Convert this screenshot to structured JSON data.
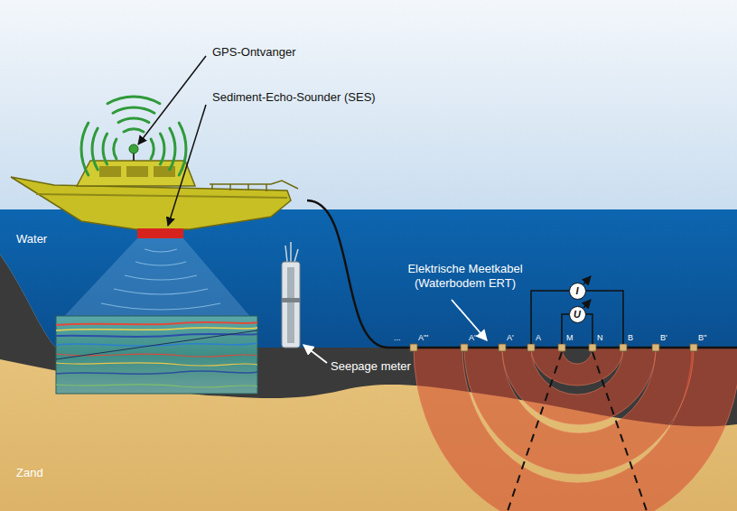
{
  "diagram": {
    "nodes": [
      {
        "text": [
          "I"
        ]
      },
      {
        "text": [
          "U"
        ]
      }
    ],
    "labels": [
      "GPS-Ontvanger",
      "Sediment-Echo-Sounder (SES)",
      "Water",
      "Elektrische Meetkabel (Waterbodem ERT)",
      "Seepage meter",
      "Zand",
      "...",
      "A'''",
      "A''",
      "A'",
      "A",
      "M",
      "N",
      "B",
      "B'",
      "B''"
    ]
  }
}
